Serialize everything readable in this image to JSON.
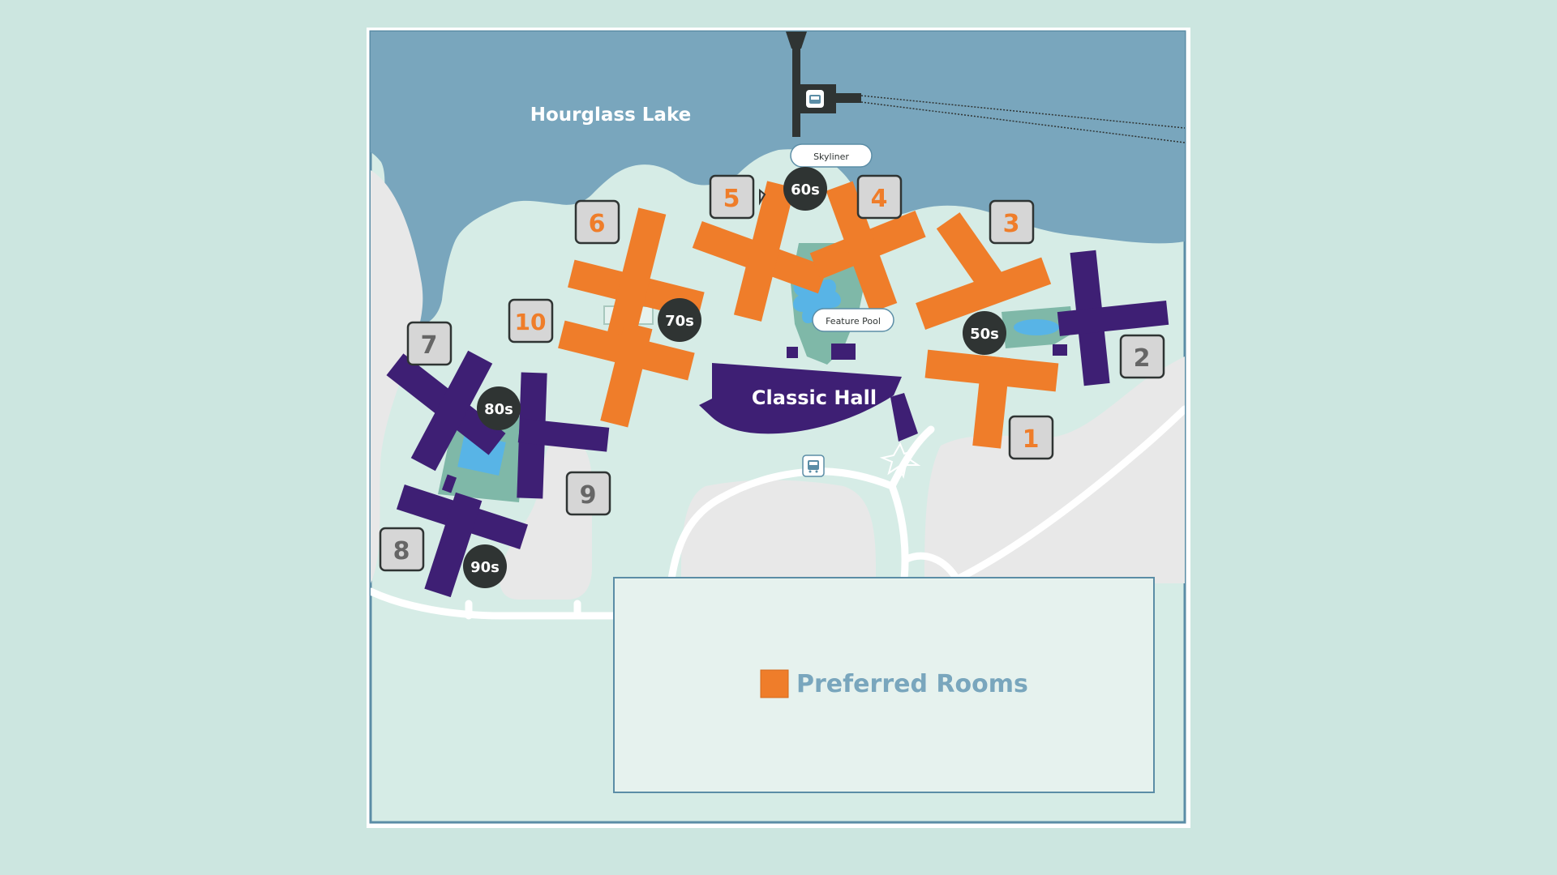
{
  "map": {
    "lake_name": "Hourglass Lake",
    "hall_name": "Classic Hall",
    "skyliner_label": "Skyliner",
    "feature_pool_label": "Feature Pool",
    "courtyards": {
      "c50": "50s",
      "c60": "60s",
      "c70": "70s",
      "c80": "80s",
      "c90": "90s"
    },
    "buildings": {
      "b1": "1",
      "b2": "2",
      "b3": "3",
      "b4": "4",
      "b5": "5",
      "b6": "6",
      "b7": "7",
      "b8": "8",
      "b9": "9",
      "b10": "10"
    },
    "icons": [
      "gondola-icon",
      "bus-icon",
      "star-icon"
    ]
  },
  "legend": {
    "preferred_label": "Preferred Rooms",
    "preferred_color": "#ef7d2a"
  },
  "colors": {
    "page_bg": "#cce6e0",
    "land": "#d6ece6",
    "water": "#79a6bd",
    "parking": "#e8e8e8",
    "preferred": "#ef7d2a",
    "standard": "#3e1f74",
    "courtyard_marker": "#2f3433",
    "callout_fill": "#d6d6d6",
    "callout_orange_text": "#ef7d2a",
    "callout_gray_text": "#666666"
  }
}
